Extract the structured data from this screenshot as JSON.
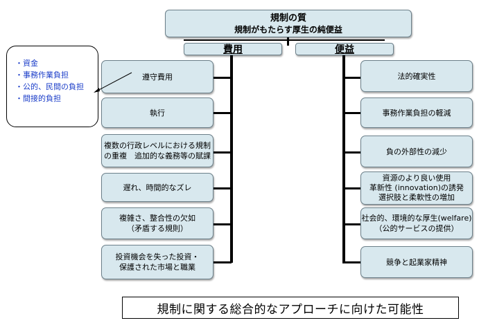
{
  "top": {
    "title": "規制の質",
    "subtitle": "規制がもたらす厚生の純便益"
  },
  "costs": {
    "header": "費用",
    "items": [
      {
        "lines": [
          "遵守費用"
        ]
      },
      {
        "lines": [
          "執行"
        ]
      },
      {
        "lines": [
          "複数の行政レベルにおける規制",
          "の重複　追加的な義務等の賦課"
        ]
      },
      {
        "lines": [
          "遅れ、時間的なズレ"
        ]
      },
      {
        "lines": [
          "複雑さ、整合性の欠如",
          "（矛盾する規則）"
        ]
      },
      {
        "lines": [
          "投資機会を失った投資・",
          "保護された市場と職業"
        ]
      }
    ]
  },
  "benefits": {
    "header": "便益",
    "items": [
      {
        "lines": [
          "法的確実性"
        ]
      },
      {
        "lines": [
          "事務作業負担の軽減"
        ]
      },
      {
        "lines": [
          "負の外部性の減少"
        ]
      },
      {
        "lines": [
          "資源のより良い使用",
          "革新性 (innovation)の誘発",
          "選択肢と柔軟性の増加"
        ]
      },
      {
        "lines": [
          "社会的、環境的な厚生(welfare)",
          "（公的サービスの提供）"
        ]
      },
      {
        "lines": [
          "競争と起業家精神"
        ]
      }
    ]
  },
  "callout": {
    "items": [
      "資金",
      "事務作業負担",
      "公的、民間の負担",
      "間接的負担"
    ]
  },
  "footer": {
    "text": "規制に関する総合的なアプローチに向けた可能性"
  }
}
